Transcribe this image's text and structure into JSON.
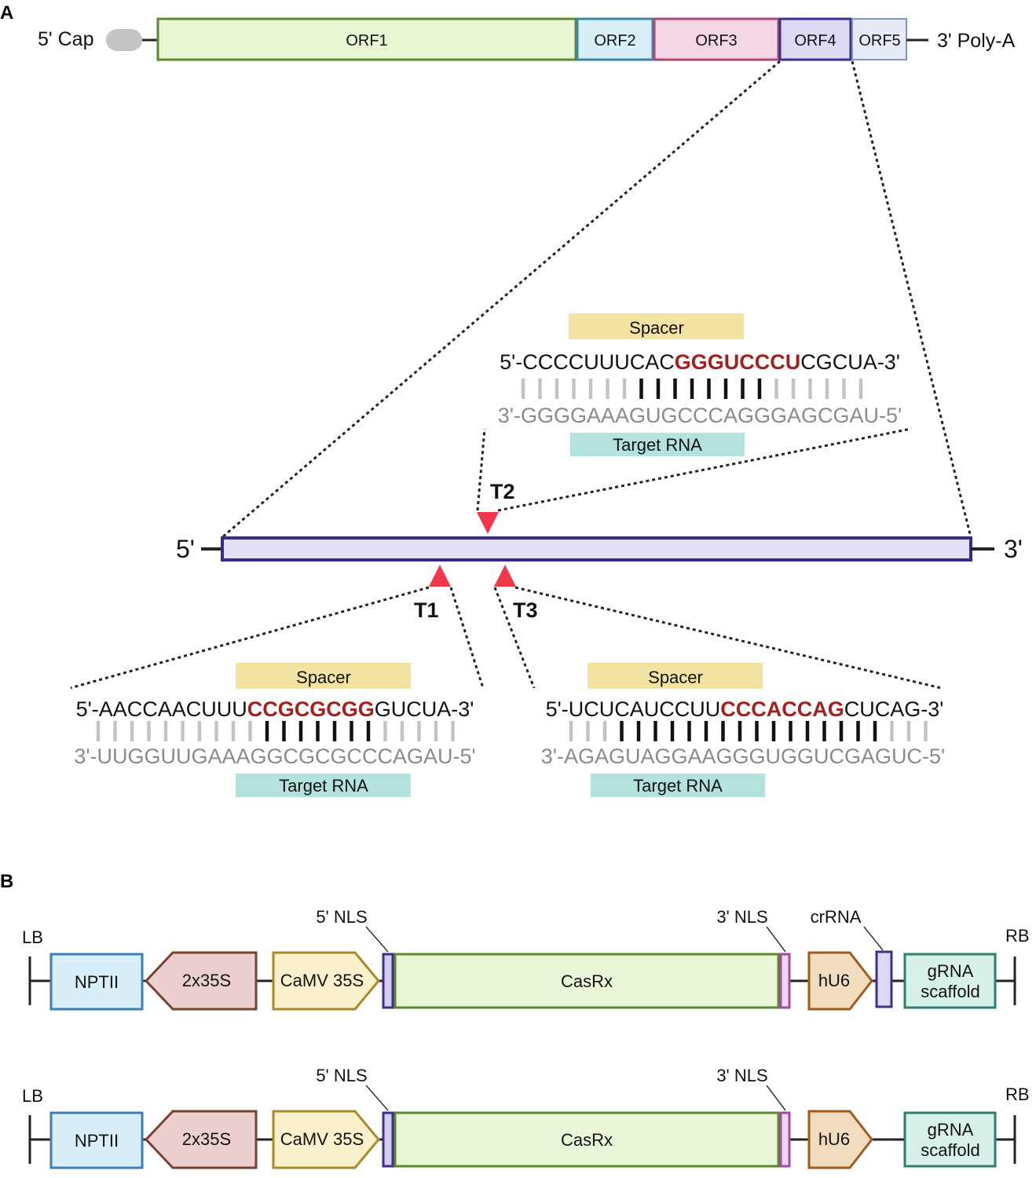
{
  "panel_a": {
    "letter": "A",
    "genome": {
      "cap_label": "5' Cap",
      "polya_label": "3' Poly-A",
      "orfs": [
        {
          "label": "ORF1",
          "fill": "#e9f6d4",
          "stroke": "#5b8a2e"
        },
        {
          "label": "ORF2",
          "fill": "#d8eef7",
          "stroke": "#3a86a8"
        },
        {
          "label": "ORF3",
          "fill": "#f4d6e4",
          "stroke": "#a64a7a"
        },
        {
          "label": "ORF4",
          "fill": "#dcd9f2",
          "stroke": "#3d2f8a"
        },
        {
          "label": "ORF5",
          "fill": "#e6ebf7",
          "stroke": "#7f93c4"
        }
      ]
    },
    "zoom": {
      "end5": "5'",
      "end3": "3'",
      "fill": "#e4e0f8",
      "stroke": "#3a2a8c"
    },
    "sites": [
      {
        "id": "T2",
        "spacer_label": "Spacer",
        "target_label": "Target RNA",
        "spacer_seq": [
          "5'-CCCCUUUCAC",
          "GGGUCCCU",
          "CGCUA-3'"
        ],
        "target_seq": "3'-GGGGAAAGUGCCCAGGGAGCGAU-5'",
        "pairing": [
          "grey",
          "grey",
          "grey",
          "grey",
          "grey",
          "grey",
          "grey",
          "black",
          "black",
          "black",
          "black",
          "black",
          "black",
          "black",
          "black",
          "grey",
          "grey",
          "grey",
          "grey",
          "grey",
          "grey"
        ]
      },
      {
        "id": "T1",
        "spacer_label": "Spacer",
        "target_label": "Target RNA",
        "spacer_seq": [
          "5'-AACCAACUUU",
          "CCGCGCGG",
          "GUCUA-3'"
        ],
        "target_seq": "3'-UUGGUUGAAAGGCGCGCCCAGAU-5'",
        "pairing": [
          "grey",
          "grey",
          "grey",
          "grey",
          "grey",
          "grey",
          "grey",
          "grey",
          "grey",
          "grey",
          "black",
          "black",
          "black",
          "black",
          "black",
          "black",
          "black",
          "grey",
          "grey",
          "grey",
          "grey",
          "grey"
        ]
      },
      {
        "id": "T3",
        "spacer_label": "Spacer",
        "target_label": "Target RNA",
        "spacer_seq": [
          "5'-UCUCAUCCUU",
          "CCCACCAG",
          "CUCAG-3'"
        ],
        "target_seq": "3'-AGAGUAGGAAGGGUGGUCGAGUC-5'",
        "pairing": [
          "grey",
          "grey",
          "grey",
          "black",
          "black",
          "black",
          "black",
          "black",
          "black",
          "black",
          "black",
          "black",
          "black",
          "black",
          "black",
          "black",
          "black",
          "black",
          "black",
          "grey",
          "grey",
          "grey"
        ]
      }
    ],
    "colors": {
      "spacer": "#f3e3a3",
      "target": "#b4e3dd",
      "triangle": "#f2374b",
      "pair_grey": "#c3c3c3",
      "pair_black": "#111111"
    }
  },
  "panel_b": {
    "letter": "B",
    "constructs": [
      {
        "lb": "LB",
        "rb": "RB",
        "nptii": "NPTII",
        "p35s2x": "2x35S",
        "camv": "CaMV 35S",
        "nls5": "5' NLS",
        "casrx": "CasRx",
        "nls3": "3' NLS",
        "hu6": "hU6",
        "crrna": "crRNA",
        "scaffold": [
          "gRNA",
          "scaffold"
        ],
        "has_crrna": true
      },
      {
        "lb": "LB",
        "rb": "RB",
        "nptii": "NPTII",
        "p35s2x": "2x35S",
        "camv": "CaMV 35S",
        "nls5": "5' NLS",
        "casrx": "CasRx",
        "nls3": "3' NLS",
        "hu6": "hU6",
        "scaffold": [
          "gRNA",
          "scaffold"
        ],
        "has_crrna": false
      }
    ]
  }
}
